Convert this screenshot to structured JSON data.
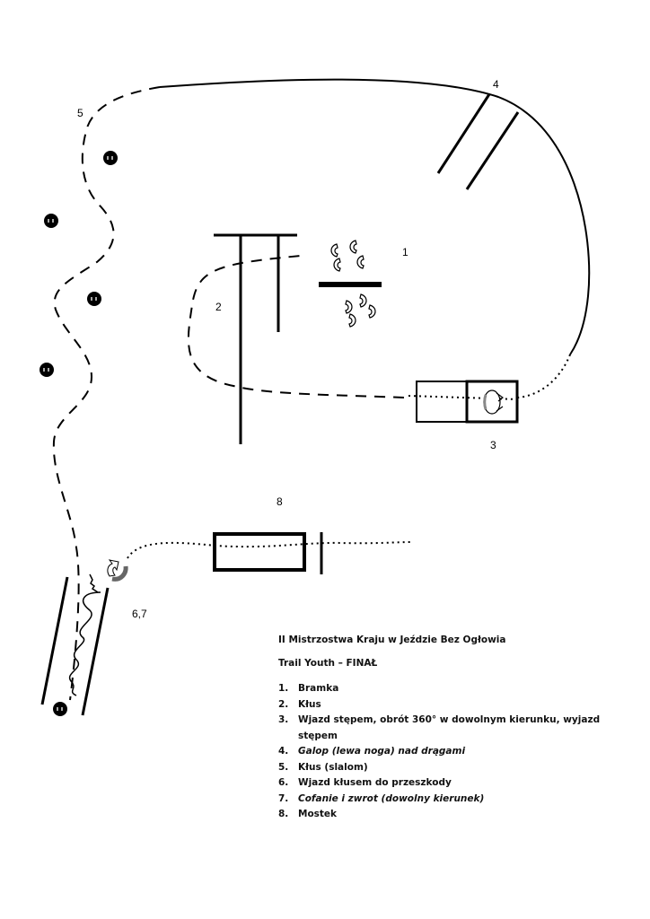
{
  "diagram": {
    "labels": {
      "obstacle_1": "1",
      "obstacle_2": "2",
      "obstacle_3": "3",
      "obstacle_4": "4",
      "obstacle_5": "5",
      "obstacle_6_7": "6,7",
      "obstacle_8": "8"
    }
  },
  "legend": {
    "title": "II Mistrzostwa Kraju w Jeździe Bez Ogłowia",
    "subtitle": "Trail Youth – FINAŁ",
    "items": [
      {
        "num": "1.",
        "text": "Bramka"
      },
      {
        "num": "2.",
        "text": "Kłus"
      },
      {
        "num": "3.",
        "text": "Wjazd stępem, obrót 360° w dowolnym kierunku, wyjazd stępem"
      },
      {
        "num": "4.",
        "text": "Galop (lewa noga) nad drągami"
      },
      {
        "num": "5.",
        "text": "Kłus (slalom)"
      },
      {
        "num": "6.",
        "text": "Wjazd kłusem do przeszkody"
      },
      {
        "num": "7.",
        "text": "Cofanie i zwrot (dowolny kierunek)"
      },
      {
        "num": "8.",
        "text": "Mostek"
      }
    ]
  }
}
